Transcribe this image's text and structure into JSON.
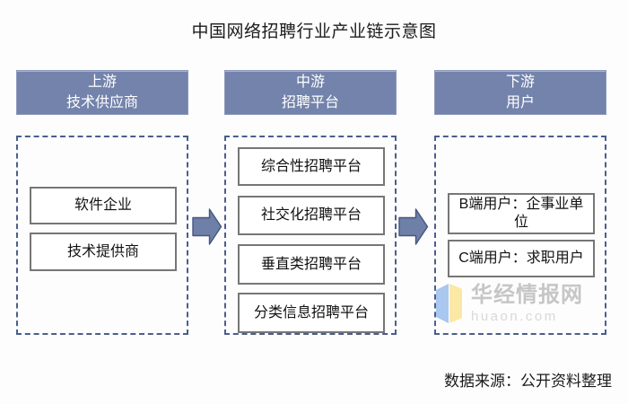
{
  "title": "中国网络招聘行业产业链示意图",
  "columns": [
    {
      "id": "upstream",
      "header": {
        "line1": "上游",
        "line2": "技术供应商"
      },
      "items": [
        "软件企业",
        "技术提供商"
      ]
    },
    {
      "id": "midstream",
      "header": {
        "line1": "中游",
        "line2": "招聘平台"
      },
      "items": [
        "综合性招聘平台",
        "社交化招聘平台",
        "垂直类招聘平台",
        "分类信息招聘平台"
      ]
    },
    {
      "id": "downstream",
      "header": {
        "line1": "下游",
        "line2": "用户"
      },
      "items": [
        "B端用户：企事业单位",
        "C端用户：求职用户"
      ]
    }
  ],
  "watermark": {
    "name": "华经情报网",
    "domain": "huaon.com",
    "logo_blue": "#a9c7ef",
    "logo_yellow": "#fbe8a4"
  },
  "source_note": "数据来源：公开资料整理",
  "colors": {
    "header_bg": "#7383ab",
    "header_border": "#8d99bb",
    "dashed_border": "#4a5e8e",
    "node_border": "#767676",
    "arrow_fill": "#6e7fa8",
    "arrow_stroke": "#46567e"
  }
}
